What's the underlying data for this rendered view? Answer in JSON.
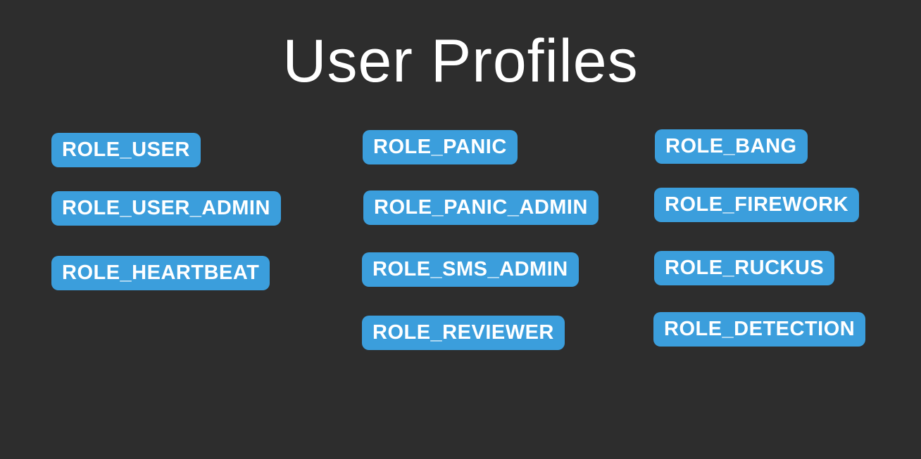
{
  "title": "User Profiles",
  "colors": {
    "background": "#2d2d2d",
    "badge_background": "#3b9edc",
    "badge_text": "#ffffff",
    "title_text": "#ffffff"
  },
  "columns": [
    {
      "name": "column-1",
      "items": [
        "ROLE_USER",
        "ROLE_USER_ADMIN",
        "ROLE_HEARTBEAT"
      ]
    },
    {
      "name": "column-2",
      "items": [
        "ROLE_PANIC",
        "ROLE_PANIC_ADMIN",
        "ROLE_SMS_ADMIN",
        "ROLE_REVIEWER"
      ]
    },
    {
      "name": "column-3",
      "items": [
        "ROLE_BANG",
        "ROLE_FIREWORK",
        "ROLE_RUCKUS",
        "ROLE_DETECTION"
      ]
    }
  ]
}
